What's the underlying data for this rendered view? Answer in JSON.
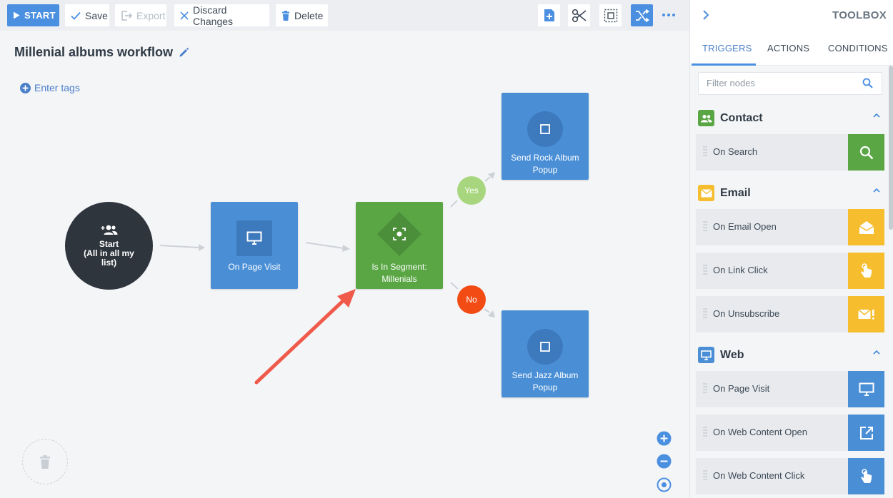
{
  "toolbar": {
    "start_label": "START",
    "save_label": "Save",
    "export_label": "Export",
    "discard_label": "Discard Changes",
    "delete_label": "Delete",
    "icons": [
      "add-node-icon",
      "scissors-icon",
      "select-area-icon",
      "shuffle-icon",
      "more-icon"
    ],
    "accent_color": "#4a8fe0"
  },
  "workflow": {
    "title": "Millenial albums workflow",
    "tags_label": "Enter tags",
    "start_node": {
      "label": "Start\n(All in all my\nlist)"
    },
    "nodes": {
      "page_visit": "On Page Visit",
      "segment": "Is In Segment: Millenials",
      "rock": "Send Rock Album Popup",
      "jazz": "Send Jazz Album Popup"
    },
    "branches": {
      "yes": "Yes",
      "no": "No"
    },
    "colors": {
      "start": "#2e353d",
      "action": "#4a8fd6",
      "condition": "#5aa645",
      "yes": "#a8d67e",
      "no": "#f24b14",
      "annotation_arrow": "#ef5a4a"
    }
  },
  "toolbox": {
    "title": "TOOLBOX",
    "tabs": [
      {
        "label": "TRIGGERS",
        "active": true
      },
      {
        "label": "ACTIONS",
        "active": false
      },
      {
        "label": "CONDITIONS",
        "active": false
      }
    ],
    "filter_placeholder": "Filter nodes",
    "sections": [
      {
        "label": "Contact",
        "color": "#5aa645",
        "items": [
          {
            "label": "On Search",
            "icon": "search-icon"
          }
        ]
      },
      {
        "label": "Email",
        "color": "#f6bd2f",
        "items": [
          {
            "label": "On Email Open",
            "icon": "open-envelope-icon"
          },
          {
            "label": "On Link Click",
            "icon": "pointer-hand-icon"
          },
          {
            "label": "On Unsubscribe",
            "icon": "envelope-alert-icon"
          }
        ]
      },
      {
        "label": "Web",
        "color": "#4a8fd6",
        "items": [
          {
            "label": "On Page Visit",
            "icon": "monitor-icon"
          },
          {
            "label": "On Web Content Open",
            "icon": "external-link-icon"
          },
          {
            "label": "On Web Content Click",
            "icon": "pointer-hand-icon"
          }
        ]
      }
    ]
  }
}
